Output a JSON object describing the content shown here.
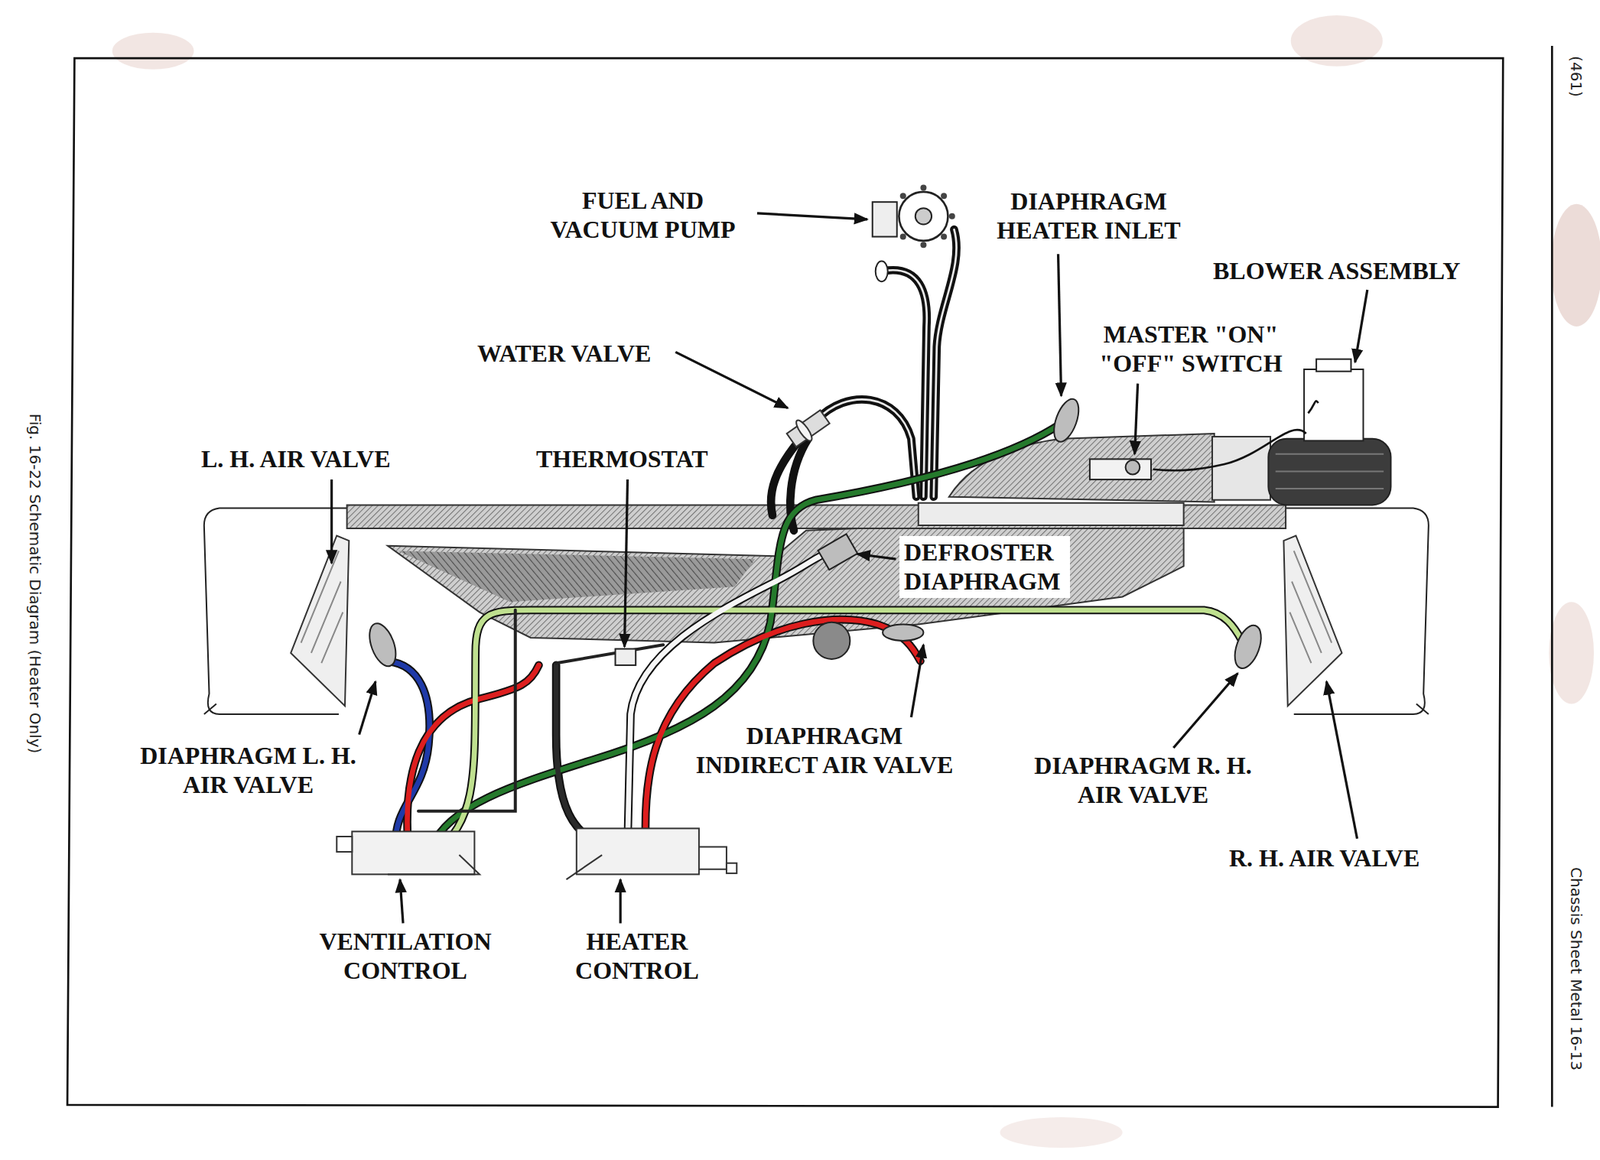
{
  "diagram": {
    "caption": "Fig. 16-22 Schematic Diagram (Heater Only)",
    "labels": [
      "FUEL AND VACUUM PUMP",
      "DIAPHRAGM HEATER INLET",
      "BLOWER ASSEMBLY",
      "MASTER \"ON\" \"OFF\" SWITCH",
      "WATER VALVE",
      "L. H. AIR VALVE",
      "THERMOSTAT",
      "DEFROSTER DIAPHRAGM",
      "DIAPHRAGM L. H. AIR VALVE",
      "DIAPHRAGM INDIRECT AIR VALVE",
      "DIAPHRAGM R. H. AIR VALVE",
      "R. H. AIR VALVE",
      "VENTILATION CONTROL",
      "HEATER CONTROL",
      "(461)",
      "Chassis Sheet Metal 16-13"
    ]
  }
}
